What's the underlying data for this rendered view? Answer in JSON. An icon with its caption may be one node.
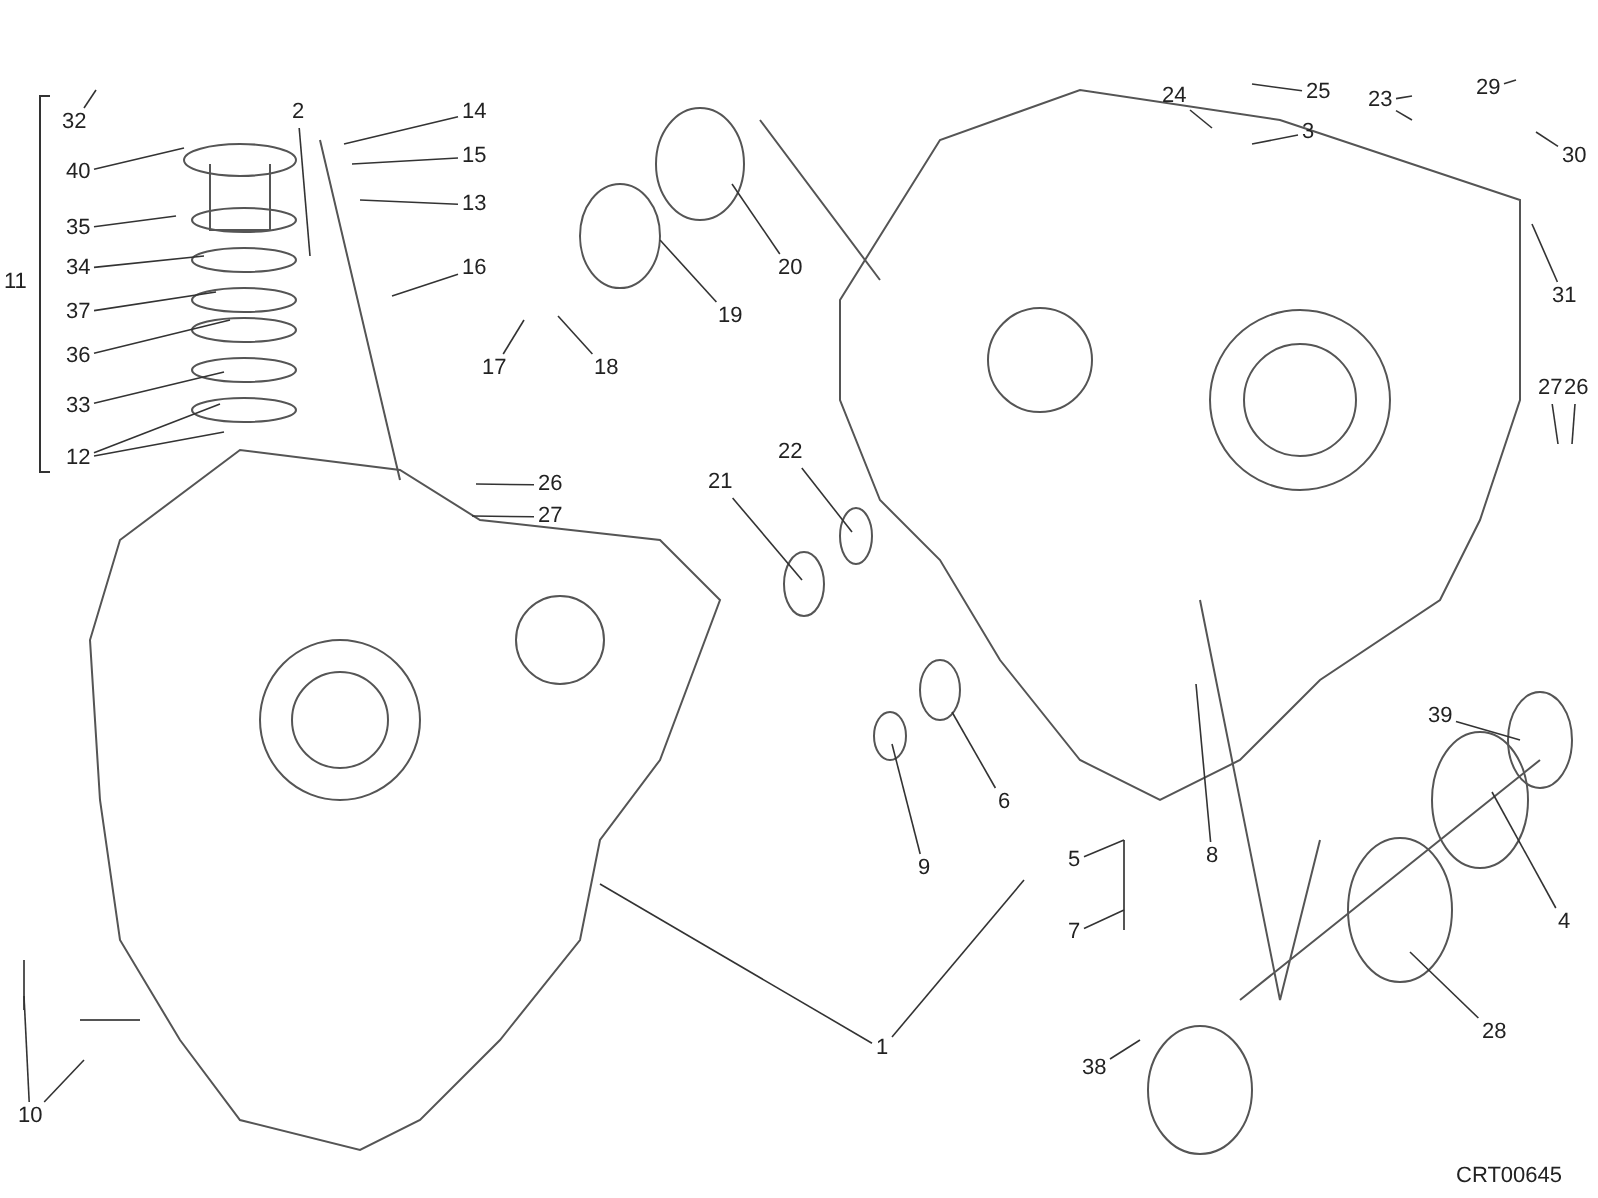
{
  "diagram": {
    "nodes": [
      {
        "text": [
          "32"
        ]
      },
      {
        "text": [
          "40"
        ]
      },
      {
        "text": [
          "35"
        ]
      },
      {
        "text": [
          "34"
        ]
      },
      {
        "text": [
          "37"
        ]
      },
      {
        "text": [
          "36"
        ]
      },
      {
        "text": [
          "33"
        ]
      },
      {
        "text": [
          "12"
        ]
      },
      {
        "text": [
          "11"
        ]
      },
      {
        "text": [
          "2"
        ]
      },
      {
        "text": [
          "14"
        ]
      },
      {
        "text": [
          "15"
        ]
      },
      {
        "text": [
          "13"
        ]
      },
      {
        "text": [
          "16"
        ]
      },
      {
        "text": [
          "20"
        ]
      },
      {
        "text": [
          "19"
        ]
      },
      {
        "text": [
          "18"
        ]
      },
      {
        "text": [
          "17"
        ]
      },
      {
        "text": [
          "26"
        ]
      },
      {
        "text": [
          "27"
        ]
      },
      {
        "text": [
          "24"
        ]
      },
      {
        "text": [
          "25"
        ]
      },
      {
        "text": [
          "3"
        ]
      },
      {
        "text": [
          "23"
        ]
      },
      {
        "text": [
          "29"
        ]
      },
      {
        "text": [
          "30"
        ]
      },
      {
        "text": [
          "31"
        ]
      },
      {
        "text": [
          "22"
        ]
      },
      {
        "text": [
          "21"
        ]
      },
      {
        "text": [
          "27"
        ]
      },
      {
        "text": [
          "26"
        ]
      },
      {
        "text": [
          "39"
        ]
      },
      {
        "text": [
          "6"
        ]
      },
      {
        "text": [
          "9"
        ]
      },
      {
        "text": [
          "5"
        ]
      },
      {
        "text": [
          "7"
        ]
      },
      {
        "text": [
          "8"
        ]
      },
      {
        "text": [
          "4"
        ]
      },
      {
        "text": [
          "28"
        ]
      },
      {
        "text": [
          "1"
        ]
      },
      {
        "text": [
          "38"
        ]
      },
      {
        "text": [
          "10"
        ]
      }
    ],
    "edges": [
      {
        "from": 0,
        "to": null,
        "arrow": "none"
      },
      {
        "from": 1,
        "to": null,
        "arrow": "none"
      },
      {
        "from": 2,
        "to": null,
        "arrow": "none"
      },
      {
        "from": 3,
        "to": null,
        "arrow": "none"
      },
      {
        "from": 4,
        "to": null,
        "arrow": "none"
      },
      {
        "from": 5,
        "to": null,
        "arrow": "none"
      },
      {
        "from": 6,
        "to": null,
        "arrow": "none"
      },
      {
        "from": 7,
        "to": null,
        "arrow": "none"
      },
      {
        "from": 7,
        "to": null,
        "arrow": "none"
      },
      {
        "from": 9,
        "to": null,
        "arrow": "none"
      },
      {
        "from": 10,
        "to": null,
        "arrow": "none"
      },
      {
        "from": 11,
        "to": null,
        "arrow": "none"
      },
      {
        "from": 12,
        "to": null,
        "arrow": "none"
      },
      {
        "from": 13,
        "to": null,
        "arrow": "none"
      },
      {
        "from": 14,
        "to": null,
        "arrow": "none"
      },
      {
        "from": 15,
        "to": null,
        "arrow": "none"
      },
      {
        "from": 16,
        "to": null,
        "arrow": "none"
      },
      {
        "from": 17,
        "to": null,
        "arrow": "none"
      },
      {
        "from": 18,
        "to": null,
        "arrow": "none"
      },
      {
        "from": 19,
        "to": null,
        "arrow": "none"
      },
      {
        "from": 20,
        "to": null,
        "arrow": "none"
      },
      {
        "from": 21,
        "to": null,
        "arrow": "none"
      },
      {
        "from": 22,
        "to": null,
        "arrow": "none"
      },
      {
        "from": 23,
        "to": null,
        "arrow": "none"
      },
      {
        "from": 23,
        "to": null,
        "arrow": "none"
      },
      {
        "from": 24,
        "to": null,
        "arrow": "none"
      },
      {
        "from": 25,
        "to": null,
        "arrow": "none"
      },
      {
        "from": 26,
        "to": null,
        "arrow": "none"
      },
      {
        "from": 27,
        "to": null,
        "arrow": "none"
      },
      {
        "from": 28,
        "to": null,
        "arrow": "none"
      },
      {
        "from": 29,
        "to": null,
        "arrow": "none"
      },
      {
        "from": 30,
        "to": null,
        "arrow": "none"
      },
      {
        "from": 31,
        "to": null,
        "arrow": "none"
      },
      {
        "from": 32,
        "to": null,
        "arrow": "none"
      },
      {
        "from": 33,
        "to": null,
        "arrow": "none"
      },
      {
        "from": 34,
        "to": null,
        "arrow": "none"
      },
      {
        "from": 35,
        "to": null,
        "arrow": "none"
      },
      {
        "from": 36,
        "to": null,
        "arrow": "none"
      },
      {
        "from": 37,
        "to": null,
        "arrow": "none"
      },
      {
        "from": 38,
        "to": null,
        "arrow": "none"
      },
      {
        "from": 39,
        "to": null,
        "arrow": "none"
      },
      {
        "from": 39,
        "to": null,
        "arrow": "none"
      },
      {
        "from": 40,
        "to": null,
        "arrow": "none"
      },
      {
        "from": 41,
        "to": null,
        "arrow": "none"
      },
      {
        "from": 41,
        "to": null,
        "arrow": "none"
      }
    ],
    "labels": [
      "CRT00645"
    ]
  }
}
